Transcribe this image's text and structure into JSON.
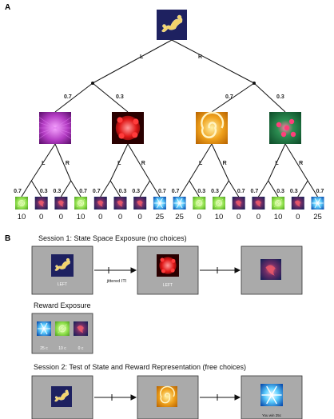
{
  "panel_a": {
    "label": "A",
    "root_left": "L",
    "root_right": "R",
    "level1_probs": [
      "0.7",
      "0.3",
      "0.7",
      "0.3"
    ],
    "level2_left": [
      "L",
      "L",
      "L",
      "L"
    ],
    "level2_right": [
      "R",
      "R",
      "R",
      "R"
    ],
    "leaf_probs": [
      "0.7",
      "0.3",
      "0.3",
      "0.7",
      "0.7",
      "0.3",
      "0.3",
      "0.7",
      "0.7",
      "0.3",
      "0.3",
      "0.7",
      "0.7",
      "0.3",
      "0.3",
      "0.7"
    ],
    "rewards": [
      "10",
      "0",
      "0",
      "10",
      "0",
      "0",
      "0",
      "25",
      "25",
      "0",
      "10",
      "0",
      "0",
      "10",
      "0",
      "25"
    ]
  },
  "panel_b": {
    "label": "B",
    "session1_title": "Session 1: State Space Exposure (no choices)",
    "screen1_caption": "LEFT",
    "iti_label": "jittered ITI",
    "screen2_caption": "LEFT",
    "reward_title": "Reward Exposure",
    "reward_captions": [
      "25 c",
      "10 c",
      "0 c"
    ],
    "session2_title": "Session 2: Test of State and Reward Representation (free choices)",
    "screen6_caption": "You win 25c"
  }
}
